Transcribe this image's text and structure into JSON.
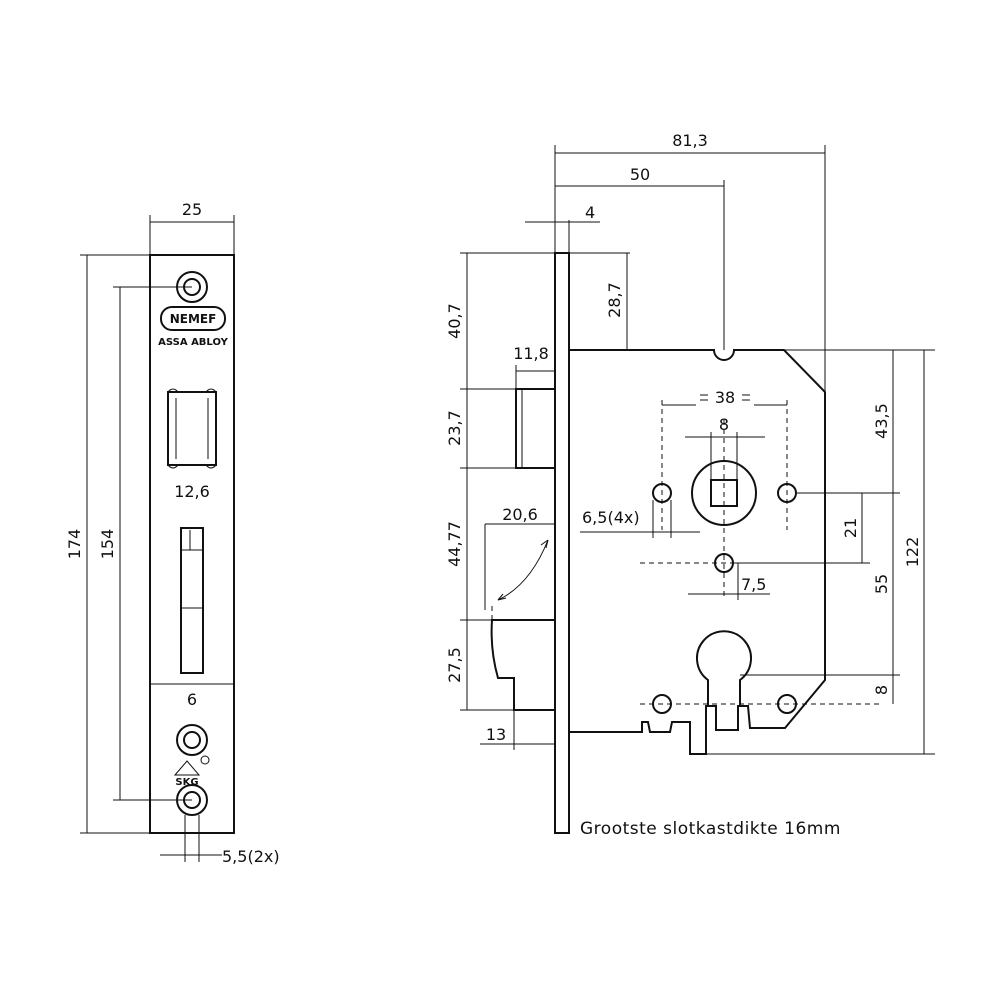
{
  "faceplate": {
    "dims": {
      "width": "25",
      "height_total": "174",
      "hole_spacing": "154",
      "slot_width": "12,6",
      "bolt_width": "6",
      "hole_dia": "5,5(2x)"
    },
    "logo_text": "NEMEF",
    "brand_text": "ASSA ABLOY",
    "cert_text": "SKG"
  },
  "lockcase": {
    "dims": {
      "overall_depth": "81,3",
      "backset": "50",
      "plate_thickness": "4",
      "top_to_case": "28,7",
      "top_to_latch": "40,7",
      "latch_width": "11,8",
      "latch_height": "23,7",
      "latch_to_bolt": "44,77",
      "bolt_throw": "20,6",
      "bolt_height": "27,5",
      "bolt_projection": "13",
      "fixing_spacing": "38",
      "spindle_square": "8",
      "fixing_hole": "6,5(4x)",
      "hole_offset": "7,5",
      "case_top_to_spindle": "43,5",
      "spindle_to_hole": "21",
      "spindle_to_cylinder": "55",
      "case_height": "122",
      "cylinder_offset": "8"
    },
    "note": "Grootste slotkastdikte 16mm"
  }
}
